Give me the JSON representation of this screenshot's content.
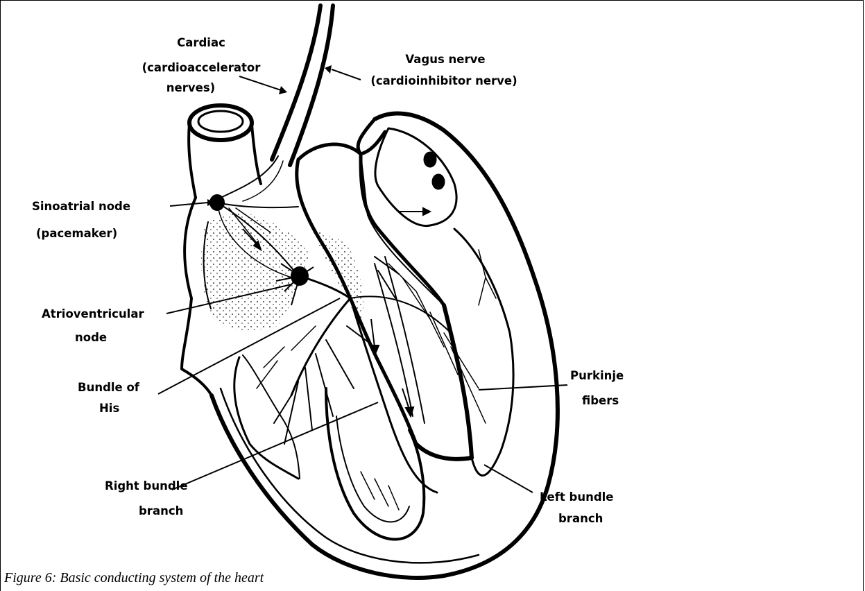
{
  "figure": {
    "caption": "Figure 6: Basic conducting system of the heart",
    "labels": {
      "cardiac_1": "Cardiac",
      "cardiac_2": "(cardioaccelerator",
      "cardiac_3": "nerves)",
      "vagus_1": "Vagus nerve",
      "vagus_2": "(cardioinhibitor nerve)",
      "sa_1": "Sinoatrial node",
      "sa_2": "(pacemaker)",
      "av_1": "Atrioventricular",
      "av_2": "node",
      "his_1": "Bundle of",
      "his_2": "His",
      "purkinje_1": "Purkinje",
      "purkinje_2": "fibers",
      "rbb_1": "Right bundle",
      "rbb_2": "branch",
      "lbb_1": "Left bundle",
      "lbb_2": "branch"
    }
  }
}
